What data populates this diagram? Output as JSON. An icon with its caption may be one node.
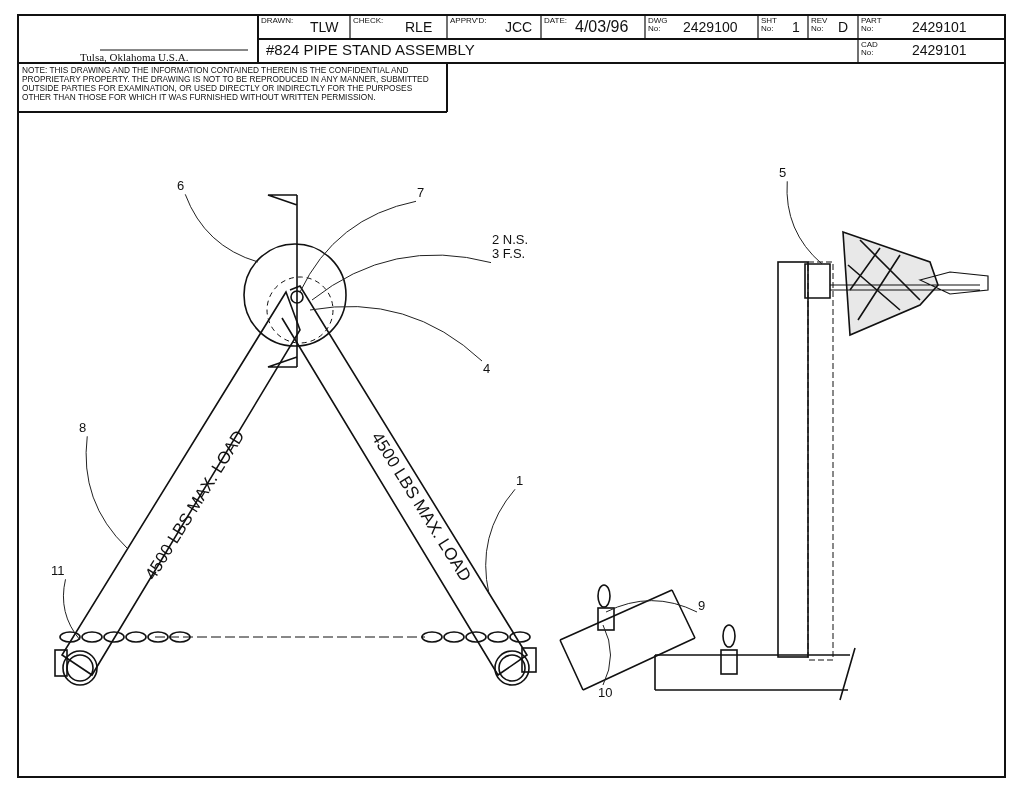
{
  "diagram": {
    "title": "#824 PIPE STAND ASSEMBLY",
    "nodes": [
      {
        "text": [
          "5"
        ]
      },
      {
        "text": [
          "6"
        ]
      },
      {
        "text": [
          "7"
        ]
      },
      {
        "text": [
          "2 N.S. 3 F.S."
        ]
      },
      {
        "text": [
          "4"
        ]
      },
      {
        "text": [
          "8"
        ]
      },
      {
        "text": [
          "1"
        ]
      },
      {
        "text": [
          "11"
        ]
      },
      {
        "text": [
          "9"
        ]
      },
      {
        "text": [
          "10"
        ]
      }
    ],
    "edges": [
      {
        "from": 0,
        "to": null,
        "arrow": "none"
      },
      {
        "from": 1,
        "to": null,
        "arrow": "none"
      },
      {
        "from": 2,
        "to": null,
        "arrow": "none"
      },
      {
        "from": 3,
        "to": null,
        "arrow": "none"
      },
      {
        "from": 4,
        "to": null,
        "arrow": "none"
      },
      {
        "from": 5,
        "to": null,
        "arrow": "none"
      },
      {
        "from": 6,
        "to": null,
        "arrow": "none"
      },
      {
        "from": 7,
        "to": null,
        "arrow": "none"
      },
      {
        "from": 8,
        "to": null,
        "arrow": "none"
      },
      {
        "from": 9,
        "to": null,
        "arrow": "none"
      }
    ],
    "labels": [
      "Tulsa, Oklahoma U.S.A.",
      "DRAWN:",
      "TLW",
      "CHECK:",
      "RLE",
      "APPRV'D:",
      "JCC",
      "DATE:",
      "4/03/96",
      "DWG No:",
      "2429100",
      "SHT No:",
      "1",
      "REV No:",
      "D",
      "PART No:",
      "2429101",
      "CAD No:",
      "2429101",
      "NOTE: THIS DRAWING AND THE INFORMATION CONTAINED THEREIN IS THE CONFIDENTIAL AND PROPRIETARY PROPERTY. THE DRAWING IS NOT TO BE REPRODUCED IN ANY MANNER, SUBMITTED OUTSIDE PARTIES FOR EXAMINATION, OR USED DIRECTLY OR INDIRECTLY FOR THE PURPOSES OTHER THAN THOSE FOR WHICH IT WAS FURNISHED WITHOUT WRITTEN PERMISSION.",
      "4500 LBS MAX. LOAD",
      "4500 LBS MAX. LOAD"
    ]
  }
}
